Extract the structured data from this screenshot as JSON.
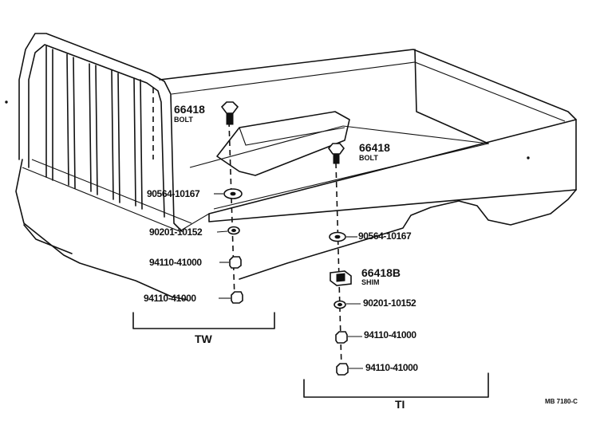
{
  "callouts": {
    "tw_bolt_part": "66418",
    "tw_bolt_label": "BOLT",
    "tw_washer": "90564-10167",
    "tw_lock_washer": "90201-10152",
    "tw_nut_upper": "94110-41000",
    "tw_nut_lower": "94110-41000",
    "ti_bolt_part": "66418",
    "ti_bolt_label": "BOLT",
    "ti_washer": "90564-10167",
    "ti_shim_part": "66418B",
    "ti_shim_label": "SHIM",
    "ti_lock_washer": "90201-10152",
    "ti_nut_upper": "94110-41000",
    "ti_nut_lower": "94110-41000"
  },
  "groups": {
    "tw": "TW",
    "ti": "TI"
  },
  "reference": "MB 7180-C"
}
